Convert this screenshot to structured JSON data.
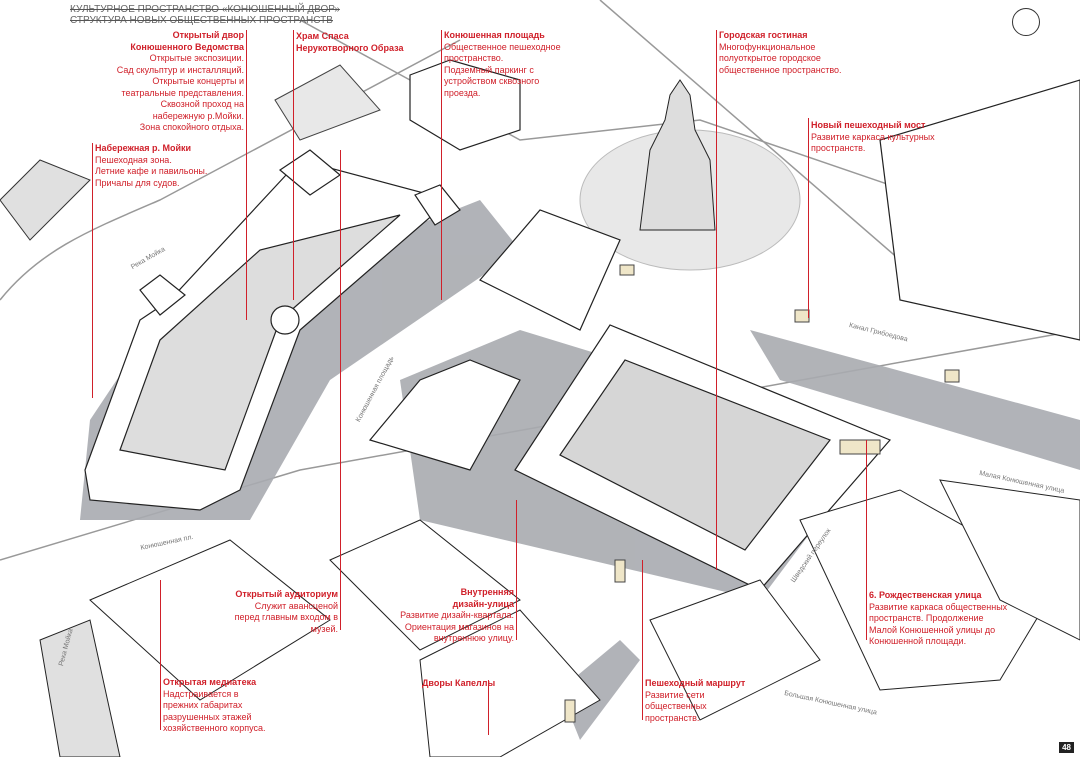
{
  "title": {
    "line1": "КУЛЬТУРНОЕ ПРОСТРАНСТВО «КОНЮШЕННЫЙ ДВОР»",
    "line2": "СТРУКТУРА НОВЫХ ОБЩЕСТВЕННЫХ ПРОСТРАНСТВ"
  },
  "labels": [
    {
      "heading": [
        "Открытый двор",
        "Конюшенного Ведомства"
      ],
      "lines": [
        "Открытые экспозиции.",
        "Сад скульптур и инсталляций.",
        "Открытые концерты и",
        "театральные представления.",
        "Сквозной проход на",
        "набережную р.Мойки.",
        "Зона спокойного отдыха."
      ]
    },
    {
      "heading": [
        "Храм Спаса",
        "Нерукотворного Образа"
      ],
      "lines": []
    },
    {
      "heading": [
        "Набережная р. Мойки"
      ],
      "lines": [
        "Пешеходная зона.",
        "Летние кафе и павильоны.",
        "Причалы для судов."
      ]
    },
    {
      "heading": [
        "Конюшенная площадь"
      ],
      "lines": [
        "Общественное пешеходное",
        "пространство.",
        "Подземный паркинг с",
        "устройством сквозного",
        "проезда."
      ]
    },
    {
      "heading": [
        "Городская гостиная"
      ],
      "lines": [
        "Многофункциональное",
        "полуоткрытое городское",
        "общественное пространство."
      ]
    },
    {
      "heading": [
        "Новый пешеходный мост"
      ],
      "lines": [
        "Развитие каркаса культурных",
        "пространств."
      ]
    },
    {
      "heading": [
        "Открытый аудиториум"
      ],
      "lines": [
        "Служит авансценой",
        "перед главным входом в",
        "музей."
      ]
    },
    {
      "heading": [
        "Внутренняя",
        "дизайн-улица"
      ],
      "lines": [
        "Развитие дизайн-квартала.",
        "Ориентация магазинов на",
        "внутреннюю улицу."
      ]
    },
    {
      "heading": [
        "6. Рождественская улица"
      ],
      "lines": [
        "Развитие каркаса общественных",
        "пространств. Продолжение",
        "Малой Конюшенной улицы до",
        "Конюшенной площади."
      ]
    },
    {
      "heading": [
        "Открытая медиатека"
      ],
      "lines": [
        "Надстраивается в",
        "прежних габаритах",
        "разрушенных этажей",
        "хозяйственного корпуса."
      ]
    },
    {
      "heading": [
        "Дворы Капеллы"
      ],
      "lines": []
    },
    {
      "heading": [
        "Пешеходный маршрут"
      ],
      "lines": [
        "Развитие сети",
        "общественных",
        "пространств."
      ]
    }
  ],
  "streets": [
    "Река Мойка",
    "Конюшенная площадь",
    "Канал Грибоедова",
    "Малая Конюшенная улица",
    "Конюшенная пл.",
    "Шведский переулок",
    "Большая Конюшенная улица",
    "Река Мойка"
  ],
  "page_number": "48",
  "colors": {
    "accent": "#d0202a",
    "shadow": "#a9abb0",
    "ground": "#e6e6e6"
  }
}
